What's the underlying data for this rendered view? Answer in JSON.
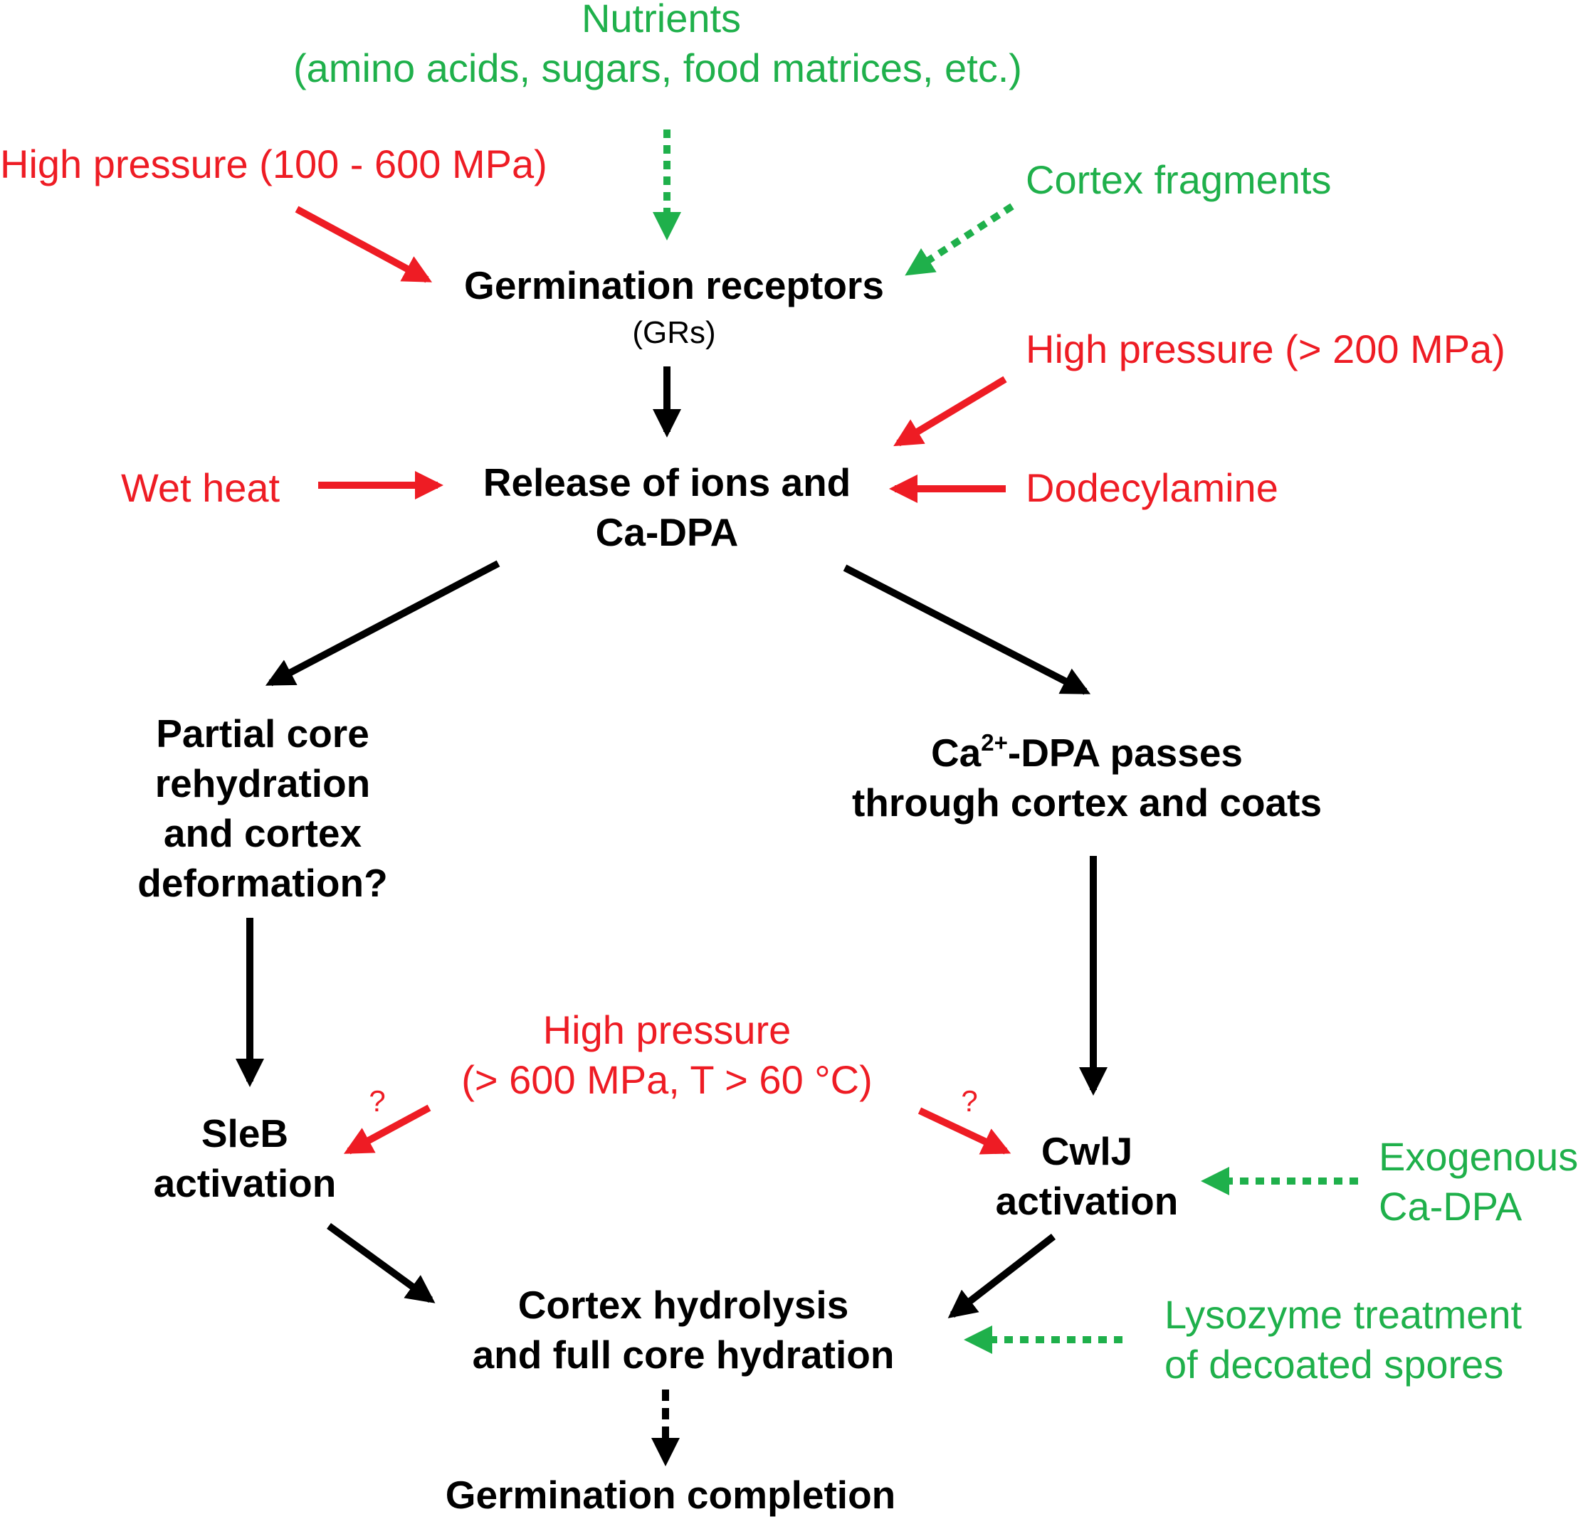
{
  "colors": {
    "inhibitor_red": "#ee1c24",
    "trigger_green": "#1fb04b",
    "pathway_black": "#000000"
  },
  "nodes": {
    "germination_receptors": "Germination receptors",
    "grs_abbrev": "(GRs)",
    "release_line1": "Release of ions and",
    "release_line2": "Ca-DPA",
    "partial_line1": "Partial core",
    "partial_line2": "rehydration",
    "partial_line3": "and cortex",
    "partial_line4": "deformation?",
    "cadpa_prefix": "Ca",
    "cadpa_superscript": "2+",
    "cadpa_rest": "-DPA passes",
    "cadpa_line2": "through cortex and coats",
    "sleb_line1": "SleB",
    "sleb_line2": "activation",
    "cwlj_line1": "CwlJ",
    "cwlj_line2": "activation",
    "cortex_line1": "Cortex hydrolysis",
    "cortex_line2": "and full core hydration",
    "completion": "Germination completion"
  },
  "triggers": {
    "nutrients_line1": "Nutrients",
    "nutrients_line2": "(amino acids, sugars, food matrices, etc.)",
    "cortex_fragments": "Cortex fragments",
    "high_pressure_low": "High pressure (100 - 600 MPa)",
    "high_pressure_200": "High pressure (> 200 MPa)",
    "wet_heat": "Wet heat",
    "dodecylamine": "Dodecylamine",
    "high_pressure_600_line1": "High pressure",
    "high_pressure_600_line2": "(> 600 MPa, T > 60 °C)",
    "question_mark": "?",
    "exogenous_line1": "Exogenous",
    "exogenous_line2": "Ca-DPA",
    "lysozyme_line1": "Lysozyme treatment",
    "lysozyme_line2": "of decoated spores"
  }
}
